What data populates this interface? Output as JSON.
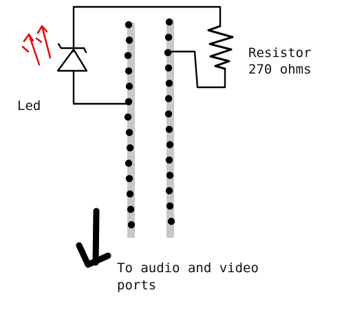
{
  "labels": {
    "led": "Led",
    "resistor_line1": "Resistor",
    "resistor_line2": "270 ohms",
    "ports_line1": "To audio and video",
    "ports_line2": "ports"
  },
  "colors": {
    "background": "#ffffff",
    "wire": "#000000",
    "rail": "#c8c8c8",
    "pin_hole": "#000000",
    "light_arrows": "#e01010"
  },
  "icons": {
    "led": "led-diode-symbol-icon",
    "resistor": "resistor-zigzag-icon",
    "light": "light-emission-arrows-icon",
    "direction": "down-arrow-icon"
  },
  "breadboard": {
    "left_column_holes": 14,
    "right_column_holes": 14
  }
}
